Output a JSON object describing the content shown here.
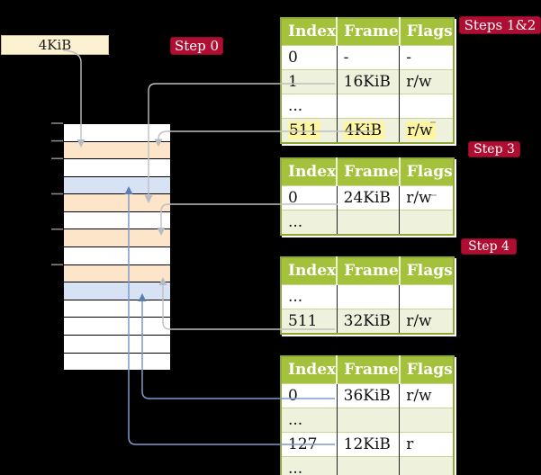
{
  "legend": {
    "label": "4KiB"
  },
  "badges": {
    "step0": "Step 0",
    "steps12": "Steps 1&2",
    "step3": "Step 3",
    "step4": "Step 4"
  },
  "memory_column": {
    "description": "column of 4KiB physical memory frames, 14 rows",
    "rows": [
      "free",
      "page_table",
      "free",
      "data_page",
      "page_table",
      "free",
      "page_table",
      "free",
      "page_table",
      "data_page",
      "free",
      "free",
      "free",
      "free"
    ],
    "tick_marks": 6
  },
  "tables": [
    {
      "id": "steps-1-2",
      "headers": [
        "Index",
        "Frame",
        "Flags"
      ],
      "rows": [
        {
          "cells": [
            "0",
            "-",
            "-"
          ]
        },
        {
          "cells": [
            "1",
            "16KiB",
            "r/w"
          ]
        },
        {
          "cells": [
            "...",
            "",
            ""
          ]
        },
        {
          "cells": [
            "511",
            "4KiB",
            "r/w"
          ],
          "highlighted": true
        }
      ]
    },
    {
      "id": "step-3",
      "headers": [
        "Index",
        "Frame",
        "Flags"
      ],
      "rows": [
        {
          "cells": [
            "0",
            "24KiB",
            "r/w"
          ]
        },
        {
          "cells": [
            "...",
            "",
            ""
          ]
        }
      ]
    },
    {
      "id": "step-4-upper",
      "headers": [
        "Index",
        "Frame",
        "Flags"
      ],
      "rows": [
        {
          "cells": [
            "...",
            "",
            ""
          ]
        },
        {
          "cells": [
            "511",
            "32KiB",
            "r/w"
          ]
        }
      ]
    },
    {
      "id": "step-4-lower",
      "headers": [
        "Index",
        "Frame",
        "Flags"
      ],
      "rows": [
        {
          "cells": [
            "0",
            "36KiB",
            "r/w"
          ]
        },
        {
          "cells": [
            "...",
            "",
            ""
          ]
        },
        {
          "cells": [
            "127",
            "12KiB",
            "r"
          ]
        },
        {
          "cells": [
            "...",
            "",
            ""
          ]
        }
      ]
    }
  ],
  "connections": [
    {
      "from": "legend 4KiB",
      "to": "frame row 2 (4KiB)",
      "style": "gray"
    },
    {
      "from": "table steps-1-2 row 1/16KiB",
      "to": "frame row 5 (16KiB)",
      "style": "gray"
    },
    {
      "from": "table steps-1-2 row 511/4KiB",
      "to": "frame row 2 (4KiB)",
      "style": "gray"
    },
    {
      "from": "table step-3 row 0/24KiB",
      "to": "frame row 7 (24KiB)",
      "style": "gray"
    },
    {
      "from": "table step-4-upper row 511/32KiB",
      "to": "frame row 9 (32KiB)",
      "style": "gray"
    },
    {
      "from": "table step-4-lower row 0/36KiB",
      "to": "frame row 10 (36KiB)",
      "style": "blue"
    },
    {
      "from": "table step-4-lower row 127/12KiB",
      "to": "frame row 4 (12KiB)",
      "style": "blue"
    }
  ],
  "colors": {
    "header_bg": "#a4c13c",
    "table_border": "#8fa733",
    "row_tint": "#eef2dd",
    "highlight": "#fdf5a0",
    "page_table_fill": "#fce5c9",
    "data_page_fill": "#d7e3f4",
    "free_fill": "#ffffff",
    "badge_bg": "#b00d32",
    "legend_bg": "#fcf2d2",
    "legend_border": "#cbbd8d",
    "arrow_gray": "#c0c0c0",
    "arrow_gray_head": "#b5bcc7",
    "arrow_blue": "#7d9bcd",
    "arrow_blue_head": "#5a7db2",
    "tick_gray": "#8e8e8e"
  }
}
